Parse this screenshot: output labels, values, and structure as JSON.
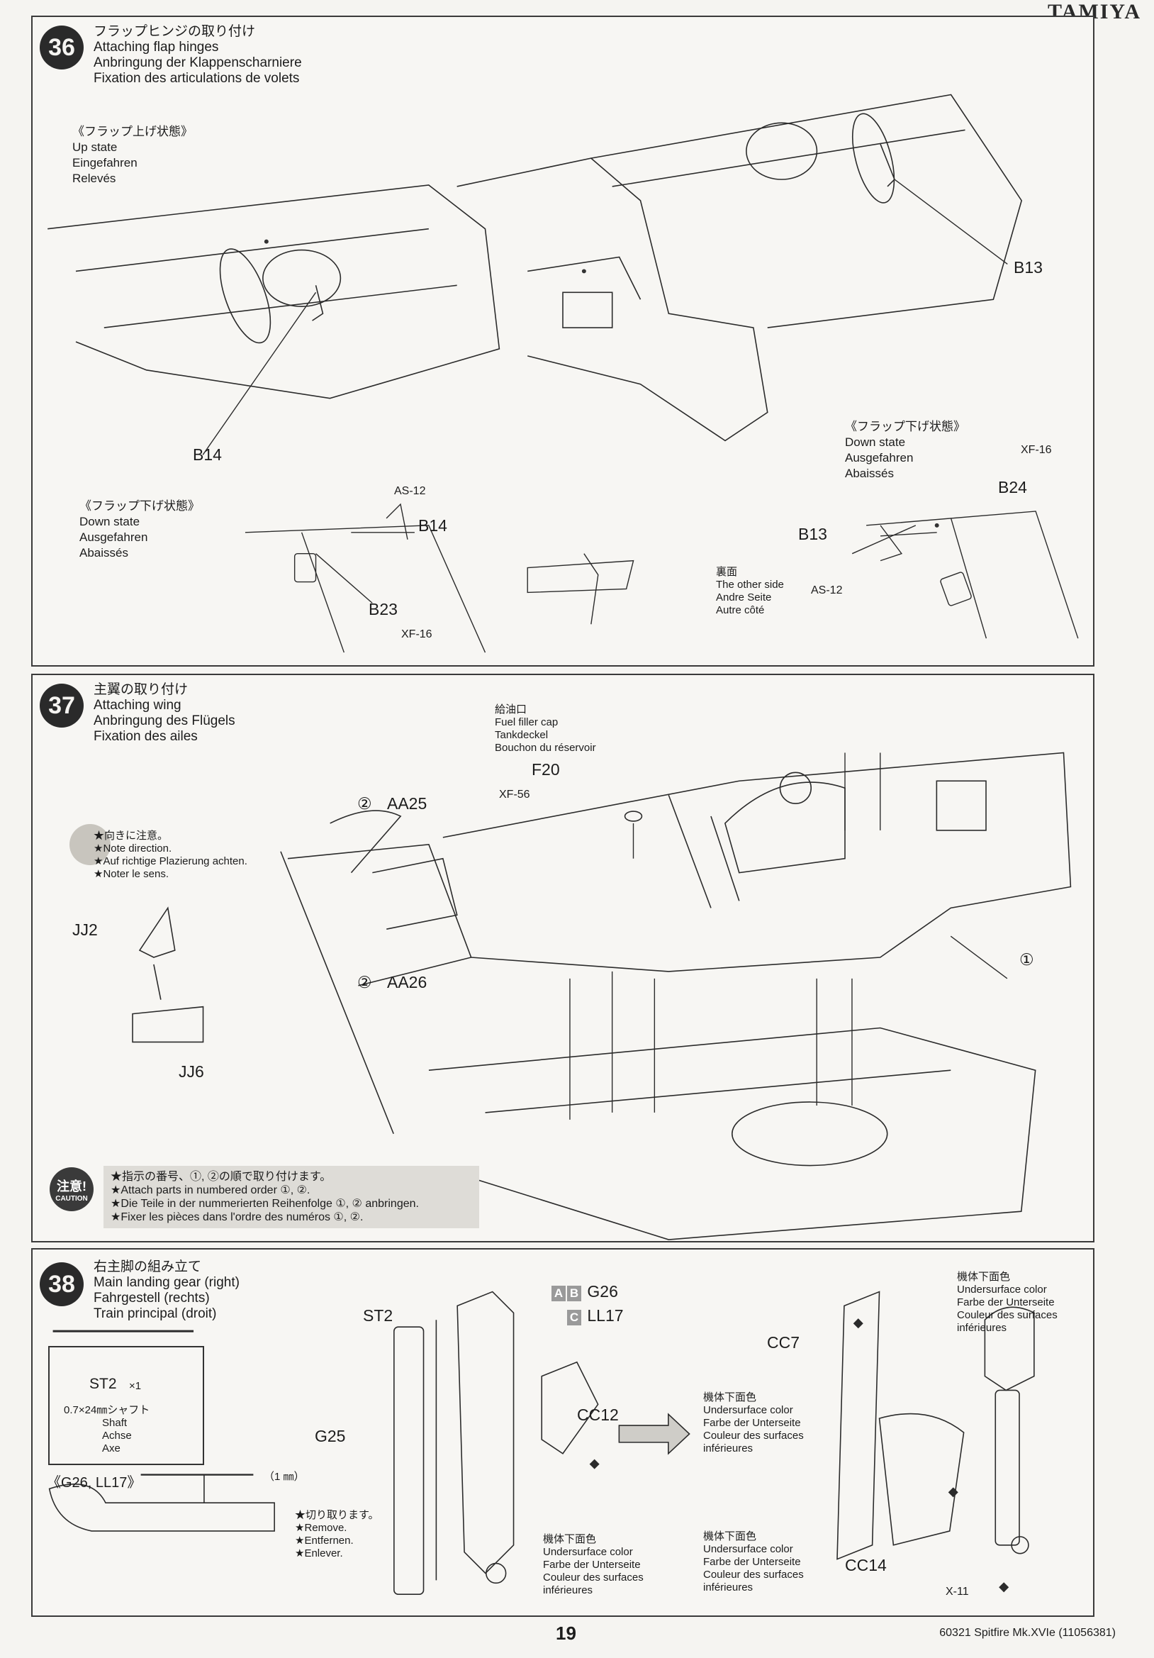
{
  "brand": "TAMIYA",
  "step36": {
    "number": "36",
    "title_jp": "フラップヒンジの取り付け",
    "title_en": "Attaching flap hinges",
    "title_de": "Anbringung der Klappenscharniere",
    "title_fr": "Fixation des articulations de volets",
    "up_state": {
      "jp": "《フラップ上げ状態》",
      "en": "Up state",
      "de": "Eingefahren",
      "fr": "Relevés"
    },
    "down_state_right": {
      "jp": "《フラップ下げ状態》",
      "en": "Down state",
      "de": "Ausgefahren",
      "fr": "Abaissés"
    },
    "down_state_left": {
      "jp": "《フラップ下げ状態》",
      "en": "Down state",
      "de": "Ausgefahren",
      "fr": "Abaissés"
    },
    "other_side": {
      "jp": "裏面",
      "en": "The other side",
      "de": "Andre Seite",
      "fr": "Autre côté"
    },
    "parts": {
      "b13": "B13",
      "b14": "B14",
      "b14b": "B14",
      "b23": "B23",
      "b13b": "B13",
      "b24": "B24"
    },
    "paints": {
      "as12a": "AS-12",
      "xf16a": "XF-16",
      "xf16b": "XF-16",
      "as12b": "AS-12"
    }
  },
  "step37": {
    "number": "37",
    "title_jp": "主翼の取り付け",
    "title_en": "Attaching wing",
    "title_de": "Anbringung des Flügels",
    "title_fr": "Fixation des ailes",
    "note": {
      "jp": "★向きに注意。",
      "en": "★Note direction.",
      "de": "★Auf richtige Plazierung achten.",
      "fr": "★Noter le sens."
    },
    "fuel": {
      "jp": "給油口",
      "en": "Fuel filler cap",
      "de": "Tankdeckel",
      "fr": "Bouchon du réservoir"
    },
    "parts": {
      "f20": "F20",
      "aa25": "AA25",
      "aa26": "AA26",
      "jj2": "JJ2",
      "jj6": "JJ6",
      "order2a": "②",
      "order2b": "②",
      "order1": "①"
    },
    "paints": {
      "xf56": "XF-56"
    },
    "caution": {
      "badge_jp": "注意!",
      "badge_en": "CAUTION",
      "jp": "★指示の番号、①, ②の順で取り付けます。",
      "en": "★Attach parts in numbered order ①, ②.",
      "de": "★Die Teile in der nummerierten Reihenfolge ①, ② anbringen.",
      "fr": "★Fixer les pièces dans l'ordre des numéros ①, ②."
    }
  },
  "step38": {
    "number": "38",
    "title_jp": "右主脚の組み立て",
    "title_en": "Main landing gear (right)",
    "title_de": "Fahrgestell (rechts)",
    "title_fr": "Train principal (droit)",
    "shaft_box": {
      "part": "ST2",
      "qty": "×1",
      "size": "0.7×24㎜シャフト",
      "en": "Shaft",
      "de": "Achse",
      "fr": "Axe"
    },
    "g26_title": "《G26, LL17》",
    "mm": "（1 ㎜）",
    "remove": {
      "jp": "★切り取ります。",
      "en": "★Remove.",
      "de": "★Entfernen.",
      "fr": "★Enlever."
    },
    "variant_a": "A",
    "variant_b": "B",
    "variant_c": "C",
    "parts": {
      "st2": "ST2",
      "g26": "G26",
      "ll17": "LL17",
      "g25": "G25",
      "cc12": "CC12",
      "cc7": "CC7",
      "cc14": "CC14"
    },
    "underside1": {
      "jp": "機体下面色",
      "en": "Undersurface color",
      "de": "Farbe der Unterseite",
      "fr": "Couleur des surfaces",
      "fr2": "inférieures"
    },
    "underside2": {
      "jp": "機体下面色",
      "en": "Undersurface color",
      "de": "Farbe der Unterseite",
      "fr": "Couleur des surfaces",
      "fr2": "inférieures"
    },
    "underside3": {
      "jp": "機体下面色",
      "en": "Undersurface color",
      "de": "Farbe der Unterseite",
      "fr": "Couleur des surfaces",
      "fr2": "inférieures"
    },
    "underside4": {
      "jp": "機体下面色",
      "en": "Undersurface color",
      "de": "Farbe der Unterseite",
      "fr": "Couleur des surfaces",
      "fr2": "inférieures"
    },
    "paints": {
      "x11": "X-11"
    }
  },
  "footer": {
    "page": "19",
    "code": "60321 Spitfire Mk.XVIe (11056381)"
  }
}
